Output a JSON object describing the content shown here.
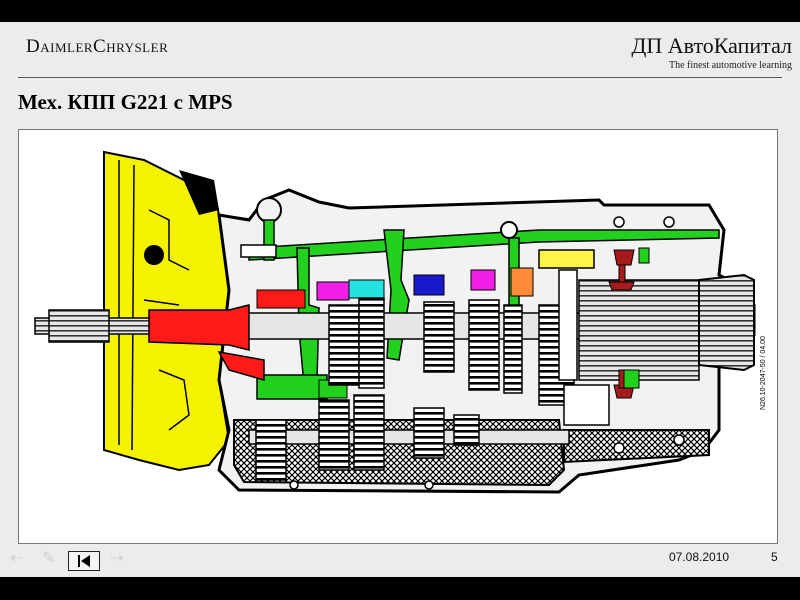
{
  "header": {
    "left_brand": "DaimlerChrysler",
    "right_brand": "ДП АвтоКапитал",
    "right_tagline": "The finest automotive learning"
  },
  "slide": {
    "title": "Мех. КПП G221 с MPS",
    "figure_code": "N26.10-2047-50 / 04.00"
  },
  "footer": {
    "date": "07.08.2010",
    "page": "5"
  },
  "nav_icons": [
    "back-arrow-icon",
    "pencil-icon",
    "forward-arrow-icon",
    "first-slide-icon"
  ],
  "colors": {
    "yellow": "#f5f200",
    "red": "#ff1a1a",
    "green": "#22d11e",
    "magenta": "#f01ee6",
    "cyan": "#22e3e0",
    "blue": "#1a1acc",
    "orange": "#ff8a3a",
    "dark_red": "#a61c1c",
    "light_yellow": "#fff34a"
  }
}
